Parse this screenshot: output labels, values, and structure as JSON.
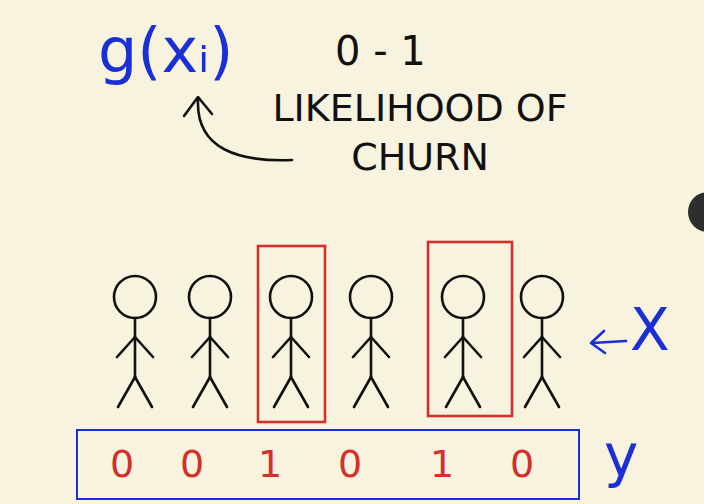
{
  "diagram": {
    "nodes": [
      {
        "text": [
          "0",
          "0",
          "1",
          "0",
          "1",
          "0"
        ]
      }
    ],
    "labels": [
      "g(xᵢ)",
      "0 - 1",
      "LIKELIHOOD OF CHURN",
      "X",
      "y"
    ]
  }
}
